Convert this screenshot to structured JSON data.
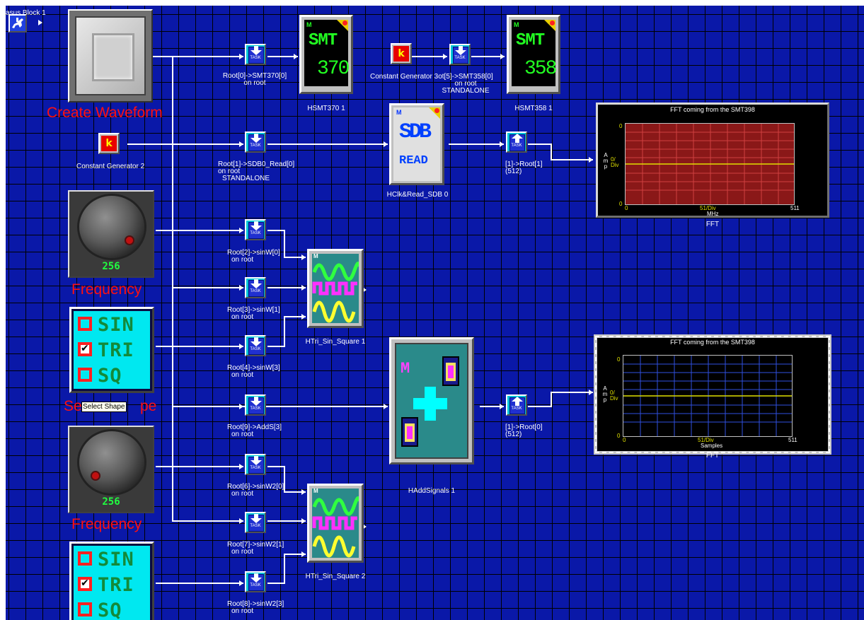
{
  "canvas": {
    "background": "#0a18a8",
    "grid": "#000000",
    "wire": "#ffffff"
  },
  "masus": {
    "label": "asus Block 1",
    "icon": "horse-rider-icon"
  },
  "create_waveform": {
    "label": "Create Waveform",
    "icon": "push-button-icon"
  },
  "frequency1": {
    "label": "Frequency",
    "value": "256"
  },
  "frequency2": {
    "label": "Frequency",
    "value": "256"
  },
  "shape1": {
    "options": [
      "SIN",
      "TRI",
      "SQ"
    ],
    "selected": "TRI",
    "label_left": "Se",
    "label_right": "pe",
    "tooltip": "Select Shape"
  },
  "shape2": {
    "options": [
      "SIN",
      "TRI",
      "SQ"
    ],
    "selected": "TRI"
  },
  "constgen2": {
    "symbol": "k",
    "label": "Constant Generator 2"
  },
  "constgen3": {
    "symbol": "k",
    "label": "Constant Generator 3"
  },
  "tasks": {
    "t1": {
      "line1": "Root[0]->SMT370[0]",
      "line2": "on root"
    },
    "t2": {
      "line1": "ot[5]->SMT358[0]",
      "line2": "on root",
      "line3": "STANDALONE"
    },
    "t3": {
      "line1": "Root[1]->SDB0_Read[0]",
      "line2": "on root",
      "line3": "STANDALONE"
    },
    "t4": {
      "line1": "[1]->Root[1]",
      "line2": "(512)"
    },
    "t5": {
      "line1": "Root[2]->sinW[0]",
      "line2": "on root"
    },
    "t6": {
      "line1": "Root[3]->sinW[1]",
      "line2": "on root"
    },
    "t7": {
      "line1": "Root[4]->sinW[3]",
      "line2": "on root"
    },
    "t8": {
      "line1": "Root[9]->AddS[3]",
      "line2": "on root"
    },
    "t9": {
      "line1": "[1]->Root[0]",
      "line2": "(512)"
    },
    "t10": {
      "line1": "Root[6]->sinW2[0]",
      "line2": "on root"
    },
    "t11": {
      "line1": "Root[7]->sinW2[1]",
      "line2": "on root"
    },
    "t12": {
      "line1": "Root[8]->sinW2[3]",
      "line2": "on root"
    },
    "task_word": "TASK"
  },
  "smt370": {
    "mono": "M",
    "text1": "SMT",
    "text2": "370",
    "label": "HSMT370 1"
  },
  "smt358": {
    "mono": "M",
    "text1": "SMT",
    "text2": "358",
    "label": "HSMT358 1"
  },
  "sdb": {
    "mono": "M",
    "text1": "SDB",
    "text2": "READ",
    "label": "HClk&Read_SDB 0"
  },
  "tri1": {
    "mono": "M",
    "label": "HTri_Sin_Square 1"
  },
  "tri2": {
    "mono": "M",
    "label": "HTri_Sin_Square 2"
  },
  "addsignals": {
    "mono": "M",
    "label": "HAddSignals 1"
  },
  "scope1": {
    "title": "FFT coming from the SMT398",
    "amp": [
      "A",
      "m",
      "p"
    ],
    "div": "0/ Div",
    "y_top": "0",
    "y_bottom": "0",
    "x_left": "0",
    "x_div": "51/Div",
    "x_right": "511",
    "x_unit": "MHz",
    "label": "FFT",
    "plot_bg": "#8a1818",
    "grid": "#d04040",
    "trace": "#e0e000"
  },
  "scope2": {
    "title": "FFT coming from the SMT398",
    "amp": [
      "A",
      "m",
      "p"
    ],
    "div": "0/ Div",
    "y_top": "0",
    "y_bottom": "0",
    "x_left": "0",
    "x_div": "51/Div",
    "x_right": "511",
    "x_unit": "Samples",
    "label": "FFT",
    "plot_bg": "#000000",
    "grid": "#3050e0",
    "trace": "#e0e000"
  }
}
